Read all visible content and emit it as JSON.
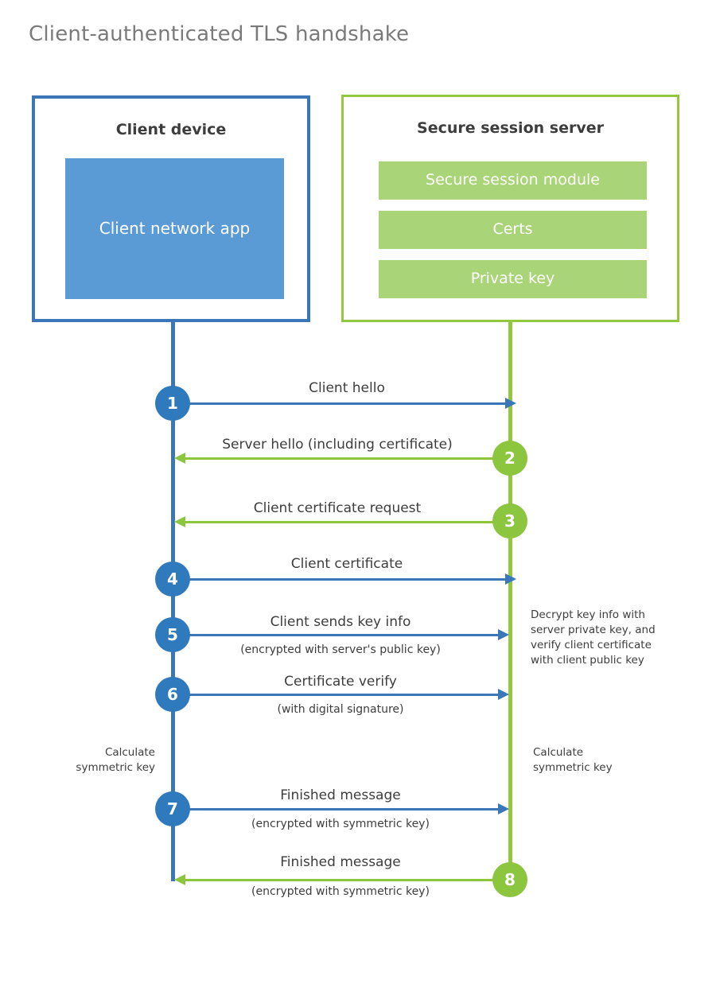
{
  "title": "Client-authenticated TLS handshake",
  "colors": {
    "client_blue": "#3a76b8",
    "client_circle": "#2f79bd",
    "client_app_fill": "#5b9bd5",
    "server_green": "#93c83e",
    "server_circle": "#8cc63f",
    "server_block_fill": "#a9d477",
    "title_gray": "#7a7a7a",
    "text_dark": "#3d3d3d"
  },
  "parties": {
    "client": {
      "title": "Client device",
      "components": [
        {
          "label": "Client network app"
        }
      ]
    },
    "server": {
      "title": "Secure session server",
      "components": [
        {
          "label": "Secure session module"
        },
        {
          "label": "Certs"
        },
        {
          "label": "Private key"
        }
      ]
    }
  },
  "steps": [
    {
      "number": "1",
      "label": "Client hello",
      "sub": "",
      "from": "client",
      "to": "server",
      "direction": "right",
      "actor_color": "blue"
    },
    {
      "number": "2",
      "label": "Server hello (including certificate)",
      "sub": "",
      "from": "server",
      "to": "client",
      "direction": "left",
      "actor_color": "green"
    },
    {
      "number": "3",
      "label": "Client certificate request",
      "sub": "",
      "from": "server",
      "to": "client",
      "direction": "left",
      "actor_color": "green"
    },
    {
      "number": "4",
      "label": "Client certificate",
      "sub": "",
      "from": "client",
      "to": "server",
      "direction": "right",
      "actor_color": "blue"
    },
    {
      "number": "5",
      "label": "Client sends key info",
      "sub": "(encrypted with server's public key)",
      "from": "client",
      "to": "server",
      "direction": "right",
      "actor_color": "blue"
    },
    {
      "number": "6",
      "label": "Certificate verify",
      "sub": "(with digital signature)",
      "from": "client",
      "to": "server",
      "direction": "right",
      "actor_color": "blue"
    },
    {
      "number": "7",
      "label": "Finished message",
      "sub": "(encrypted with symmetric key)",
      "from": "client",
      "to": "server",
      "direction": "right",
      "actor_color": "blue"
    },
    {
      "number": "8",
      "label": "Finished message",
      "sub": "(encrypted with symmetric key)",
      "from": "server",
      "to": "client",
      "direction": "left",
      "actor_color": "green"
    }
  ],
  "notes": {
    "server_decrypt": "Decrypt key info with server private key, and verify client certificate with client public key",
    "client_calculate": "Calculate symmetric key",
    "server_calculate": "Calculate symmetric key"
  }
}
